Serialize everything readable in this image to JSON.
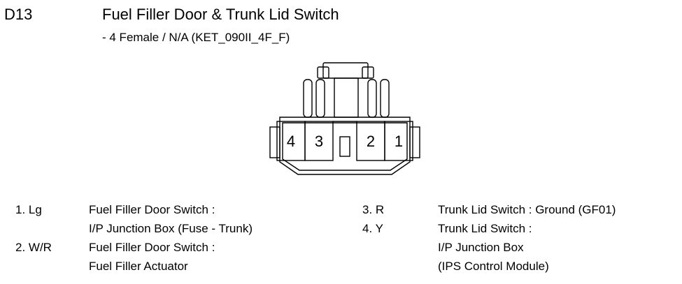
{
  "header": {
    "connector_id": "D13",
    "title": "Fuel Filler Door & Trunk Lid Switch",
    "subtitle": "- 4 Female / N/A (KET_090II_4F_F)"
  },
  "connector": {
    "pins_displayed": [
      "4",
      "3",
      "2",
      "1"
    ]
  },
  "pinout_left": [
    {
      "pin": "1. Lg",
      "lines": [
        "Fuel Filler Door Switch  :",
        "I/P Junction Box (Fuse - Trunk)"
      ]
    },
    {
      "pin": "2. W/R",
      "lines": [
        "Fuel Filler Door Switch  :",
        "Fuel Filler Actuator"
      ]
    }
  ],
  "pinout_right": [
    {
      "pin": "3. R",
      "lines": [
        "Trunk Lid Switch : Ground (GF01)"
      ]
    },
    {
      "pin": "4. Y",
      "lines": [
        "Trunk Lid Switch :",
        "I/P Junction Box",
        "(IPS Control Module)"
      ]
    }
  ]
}
